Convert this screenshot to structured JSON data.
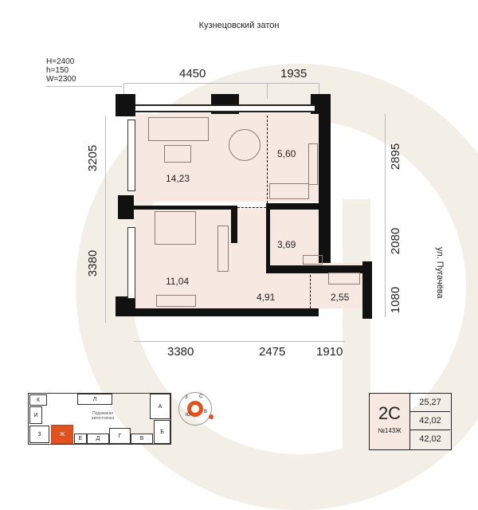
{
  "header": {
    "title": "Кузнецовский затон"
  },
  "street_label": "ул. Пугачёва",
  "window_spec": {
    "H": "H=2400",
    "h": "h=150",
    "W": "W=2300"
  },
  "dimensions": {
    "top": [
      "4450",
      "1935"
    ],
    "bottom": [
      "3380",
      "2475",
      "1910"
    ],
    "left": [
      "3205",
      "3380"
    ],
    "right": [
      "2895",
      "2080",
      "1080"
    ]
  },
  "rooms": [
    {
      "name": "living-room",
      "area": "14,23"
    },
    {
      "name": "kitchen",
      "area": "5,60"
    },
    {
      "name": "bedroom",
      "area": "11,04"
    },
    {
      "name": "bathroom",
      "area": "3,69"
    },
    {
      "name": "hallway",
      "area": "4,91"
    },
    {
      "name": "storage",
      "area": "2,55"
    }
  ],
  "site_plan": {
    "sections": [
      "К",
      "Л",
      "И",
      "А",
      "З",
      "Ж",
      "Е",
      "Д",
      "Г",
      "В",
      "Б"
    ],
    "parking_label": "Подземная автостоянка",
    "highlight": "Ж",
    "highlight_color": "#e0521f"
  },
  "compass": {
    "n": "С",
    "w": "З",
    "s": "Ю",
    "e": "В"
  },
  "apartment": {
    "type": "2С",
    "number": "№143Ж",
    "areas": [
      "25,27",
      "42,02",
      "42,02"
    ]
  }
}
